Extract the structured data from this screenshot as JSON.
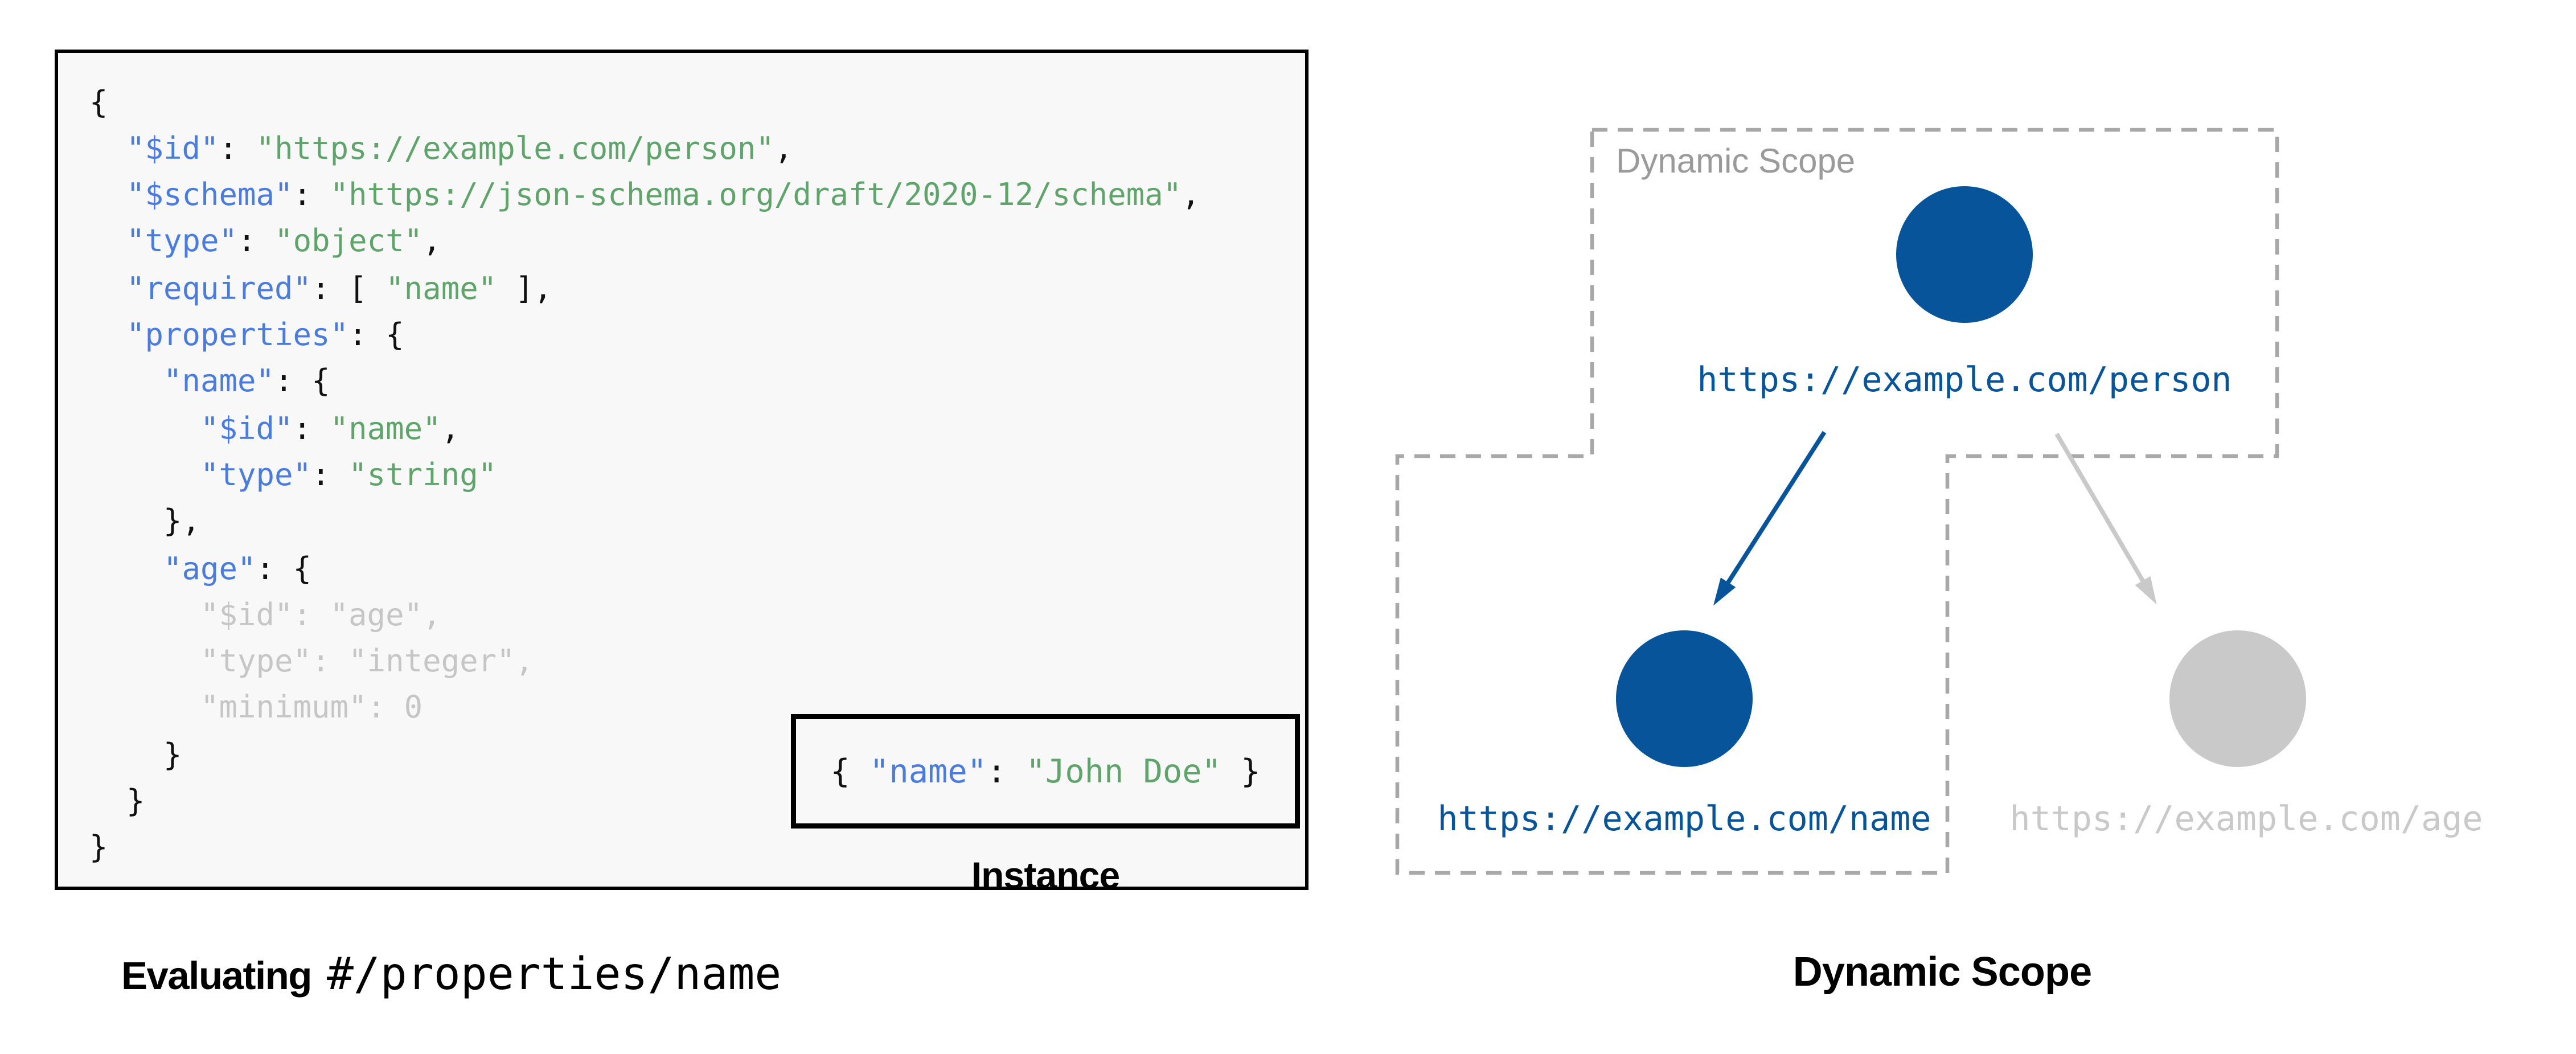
{
  "colors": {
    "code_bg": "#f8f8f8",
    "punct_black": "#111111",
    "key_blue": "#4a7ce0",
    "string_green": "#5fa46b",
    "muted_gray": "#c6c6c6",
    "node_blue": "#07549b",
    "node_gray": "#c9c9c9",
    "arrow_gray": "#c9c9c9",
    "dashed_gray": "#a8a8a8",
    "scope_label_gray": "#9a9a9a"
  },
  "left_panel": {
    "code_lines": [
      [
        [
          "p",
          "{"
        ]
      ],
      [
        [
          "p",
          "  "
        ],
        [
          "k",
          "\"$id\""
        ],
        [
          "p",
          ": "
        ],
        [
          "s",
          "\"https://example.com/person\""
        ],
        [
          "p",
          ","
        ]
      ],
      [
        [
          "p",
          "  "
        ],
        [
          "k",
          "\"$schema\""
        ],
        [
          "p",
          ": "
        ],
        [
          "s",
          "\"https://json-schema.org/draft/2020-12/schema\""
        ],
        [
          "p",
          ","
        ]
      ],
      [
        [
          "p",
          "  "
        ],
        [
          "k",
          "\"type\""
        ],
        [
          "p",
          ": "
        ],
        [
          "s",
          "\"object\""
        ],
        [
          "p",
          ","
        ]
      ],
      [
        [
          "p",
          "  "
        ],
        [
          "k",
          "\"required\""
        ],
        [
          "p",
          ": [ "
        ],
        [
          "s",
          "\"name\""
        ],
        [
          "p",
          " ],"
        ]
      ],
      [
        [
          "p",
          "  "
        ],
        [
          "k",
          "\"properties\""
        ],
        [
          "p",
          ": {"
        ]
      ],
      [
        [
          "p",
          "    "
        ],
        [
          "k",
          "\"name\""
        ],
        [
          "p",
          ": {"
        ]
      ],
      [
        [
          "p",
          "      "
        ],
        [
          "k",
          "\"$id\""
        ],
        [
          "p",
          ": "
        ],
        [
          "s",
          "\"name\""
        ],
        [
          "p",
          ","
        ]
      ],
      [
        [
          "p",
          "      "
        ],
        [
          "k",
          "\"type\""
        ],
        [
          "p",
          ": "
        ],
        [
          "s",
          "\"string\""
        ]
      ],
      [
        [
          "p",
          "    },"
        ]
      ],
      [
        [
          "p",
          "    "
        ],
        [
          "k",
          "\"age\""
        ],
        [
          "p",
          ": {"
        ]
      ],
      [
        [
          "g",
          "      \"$id\": \"age\","
        ]
      ],
      [
        [
          "g",
          "      \"type\": \"integer\","
        ]
      ],
      [
        [
          "g",
          "      \"minimum\": 0"
        ]
      ],
      [
        [
          "p",
          "    }"
        ]
      ],
      [
        [
          "p",
          "  }"
        ]
      ],
      [
        [
          "p",
          "}"
        ]
      ]
    ],
    "instance_box": {
      "tokens": [
        [
          "p",
          "{ "
        ],
        [
          "k",
          "\"name\""
        ],
        [
          "p",
          ": "
        ],
        [
          "s",
          "\"John Doe\""
        ],
        [
          "p",
          " }"
        ]
      ],
      "label": "Instance"
    },
    "caption": {
      "bold": "Evaluating",
      "mono": "#/properties/name"
    }
  },
  "right_panel": {
    "scope_region_label": "Dynamic Scope",
    "nodes": {
      "person": {
        "label": "https://example.com/person"
      },
      "name": {
        "label": "https://example.com/name"
      },
      "age": {
        "label": "https://example.com/age"
      }
    },
    "caption": "Dynamic Scope"
  }
}
